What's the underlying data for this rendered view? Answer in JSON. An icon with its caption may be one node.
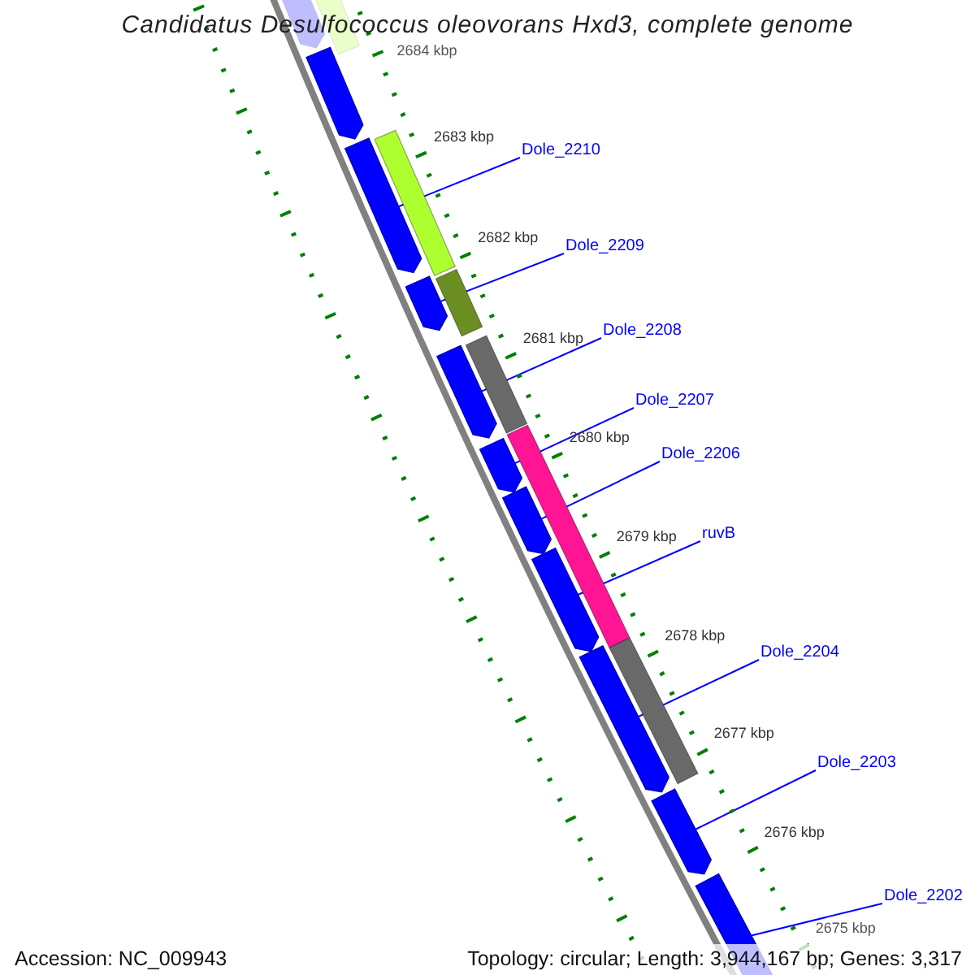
{
  "diagram": {
    "title": "Candidatus Desulfococcus oleovorans Hxd3, complete genome",
    "nodes": [
      {
        "text": [
          "Dole_2210"
        ]
      },
      {
        "text": [
          "Dole_2209"
        ]
      },
      {
        "text": [
          "Dole_2208"
        ]
      },
      {
        "text": [
          "Dole_2207"
        ]
      },
      {
        "text": [
          "Dole_2206"
        ]
      },
      {
        "text": [
          "ruvB"
        ]
      },
      {
        "text": [
          "Dole_2204"
        ]
      },
      {
        "text": [
          "Dole_2203"
        ]
      },
      {
        "text": [
          "Dole_2202"
        ]
      },
      {
        "text": [],
        "shape": "bar"
      },
      {
        "text": [],
        "shape": "arrow"
      },
      {
        "text": [],
        "shape": "arrow"
      },
      {
        "text": [],
        "shape": "arrow"
      },
      {
        "text": [],
        "shape": "bar"
      },
      {
        "text": [],
        "shape": "arrow"
      },
      {
        "text": [],
        "shape": "bar"
      },
      {
        "text": [],
        "shape": "arrow"
      },
      {
        "text": [],
        "shape": "bar"
      },
      {
        "text": [],
        "shape": "bar"
      },
      {
        "text": [],
        "shape": "arrow"
      },
      {
        "text": [],
        "shape": "arrow"
      },
      {
        "text": [],
        "shape": "arrow"
      },
      {
        "text": [],
        "shape": "arrow"
      },
      {
        "text": [],
        "shape": "bar"
      },
      {
        "text": [],
        "shape": "arrow"
      },
      {
        "text": [],
        "shape": "arrow"
      }
    ],
    "edges": [
      {
        "from": 0,
        "to": 12,
        "arrow": "none"
      },
      {
        "from": 1,
        "to": 14,
        "arrow": "none"
      },
      {
        "from": 2,
        "to": 16,
        "arrow": "none"
      },
      {
        "from": 3,
        "to": 19,
        "arrow": "none"
      },
      {
        "from": 4,
        "to": 20,
        "arrow": "none"
      },
      {
        "from": 5,
        "to": 21,
        "arrow": "none"
      },
      {
        "from": 6,
        "to": 22,
        "arrow": "none"
      },
      {
        "from": 7,
        "to": 24,
        "arrow": "none"
      },
      {
        "from": 8,
        "to": 25,
        "arrow": "none"
      }
    ],
    "labels": [
      "2684 kbp",
      "2683 kbp",
      "2682 kbp",
      "2681 kbp",
      "2680 kbp",
      "2679 kbp",
      "2678 kbp",
      "2677 kbp",
      "2676 kbp",
      "2675 kbp",
      "Accession: NC_009943",
      "Topology: circular; Length: 3,944,167 bp; Genes: 3,317"
    ]
  }
}
